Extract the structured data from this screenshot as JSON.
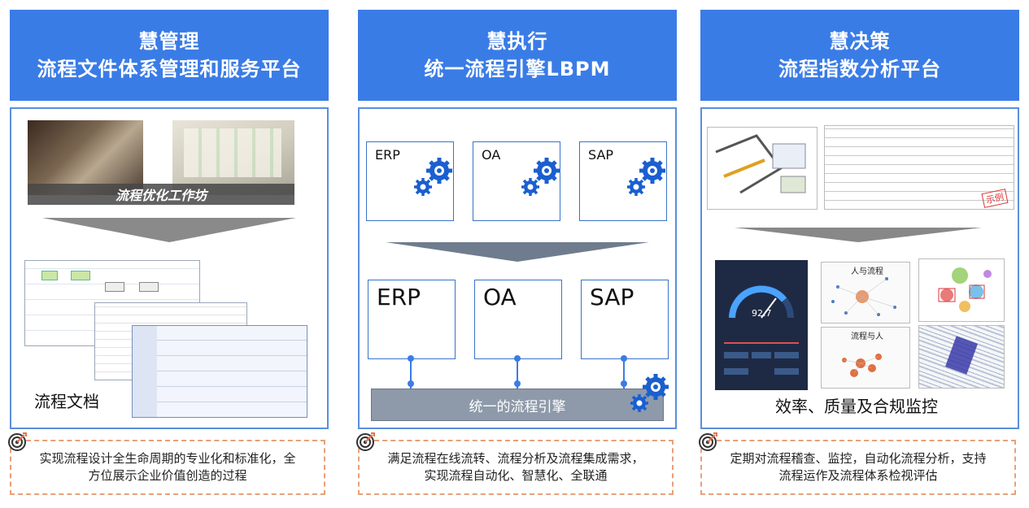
{
  "columns": [
    {
      "title": "慧管理",
      "subtitle": "流程文件体系管理和服务平台",
      "photo_caption": "流程优化工作坊",
      "bottom_label": "流程文档",
      "note_line1": "实现流程设计全生命周期的专业化和标准化，全",
      "note_line2": "方位展示企业价值创造的过程"
    },
    {
      "title": "慧执行",
      "subtitle": "统一流程引擎LBPM",
      "systems_top": [
        "ERP",
        "OA",
        "SAP"
      ],
      "systems_bottom": [
        "ERP",
        "OA",
        "SAP"
      ],
      "engine_label": "统一的流程引擎",
      "note_line1": "满足流程在线流转、流程分析及流程集成需求，",
      "note_line2": "实现流程自动化、智慧化、全联通"
    },
    {
      "title": "慧决策",
      "subtitle": "流程指数分析平台",
      "bottom_label": "效率、质量及合规监控",
      "dashboard_value": "92.7",
      "graph1_title": "人与流程",
      "graph2_title": "流程与人",
      "note_line1": "定期对流程稽查、监控，自动化流程分析，支持",
      "note_line2": "流程运作及流程体系检视评估"
    }
  ],
  "colors": {
    "header": "#3a7ce6",
    "border": "#5a8fdc",
    "note_border": "#e8a07a",
    "engine": "#8e9aaa"
  }
}
